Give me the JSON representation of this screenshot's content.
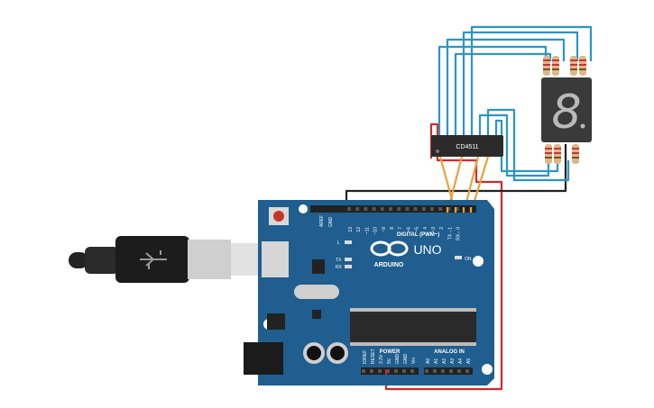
{
  "board": {
    "brand": "ARDUINO",
    "model": "UNO",
    "digital_header_label": "DIGITAL (PWM~)",
    "power_header_label": "POWER",
    "analog_header_label": "ANALOG IN",
    "aref_label": "AREF",
    "gnd_label": "GND",
    "digital_pins": [
      "13",
      "12",
      "~11",
      "~10",
      "~9",
      "8",
      "7",
      "~6",
      "~5",
      "4",
      "~3",
      "2",
      "TX→1",
      "RX←0"
    ],
    "power_pins": [
      "IOREF",
      "RESET",
      "3.3V",
      "5V",
      "GND",
      "GND",
      "Vin"
    ],
    "analog_pins": [
      "A0",
      "A1",
      "A2",
      "A3",
      "A4",
      "A5"
    ],
    "led_l": "L",
    "led_tx": "TX",
    "led_rx": "RX",
    "led_on": "ON"
  },
  "chip": {
    "label": "CD4511"
  },
  "display": {
    "digit": "8"
  },
  "colors": {
    "board": "#1f5e8e",
    "wire_blue": "#2a96c6",
    "wire_orange": "#e8a23a",
    "wire_red": "#d02a2a",
    "wire_black": "#222222"
  }
}
